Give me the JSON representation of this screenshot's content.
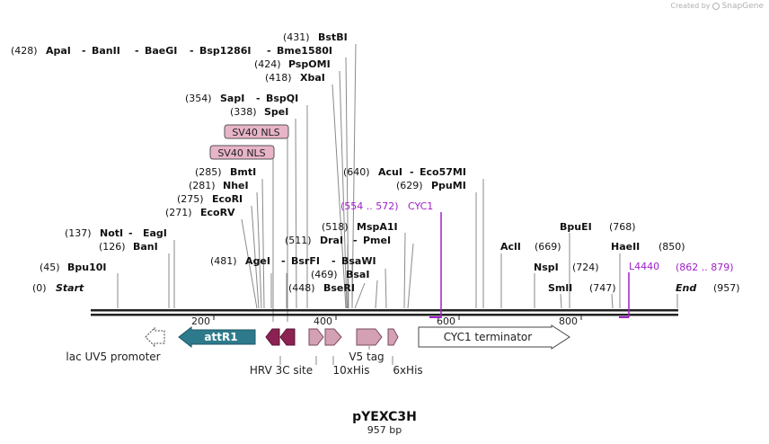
{
  "credit": {
    "prefix": "Created by",
    "brand": "SnapGene"
  },
  "plasmid": {
    "name": "pYEXC3H",
    "length_label": "957 bp",
    "length_bp": 957
  },
  "ruler": {
    "ticks": [
      200,
      400,
      600,
      800
    ]
  },
  "enzymes": [
    {
      "pos": "(0)",
      "names": [
        "Start"
      ],
      "italic": true,
      "bp": 0
    },
    {
      "pos": "(45)",
      "names": [
        "Bpu10I"
      ],
      "bp": 45
    },
    {
      "pos": "(126)",
      "names": [
        "BanI"
      ],
      "bp": 126
    },
    {
      "pos": "(137)",
      "names": [
        "NotI",
        "EagI"
      ],
      "bp": 137
    },
    {
      "pos": "(271)",
      "names": [
        "EcoRV"
      ],
      "bp": 271
    },
    {
      "pos": "(275)",
      "names": [
        "EcoRI"
      ],
      "bp": 275
    },
    {
      "pos": "(281)",
      "names": [
        "NheI"
      ],
      "bp": 281
    },
    {
      "pos": "(285)",
      "names": [
        "BmtI"
      ],
      "bp": 285
    },
    {
      "pos": "(338)",
      "names": [
        "SpeI"
      ],
      "bp": 338
    },
    {
      "pos": "(354)",
      "names": [
        "SapI",
        "BspQI"
      ],
      "bp": 354
    },
    {
      "pos": "(418)",
      "names": [
        "XbaI"
      ],
      "bp": 418
    },
    {
      "pos": "(424)",
      "names": [
        "PspOMI"
      ],
      "bp": 424
    },
    {
      "pos": "(428)",
      "names": [
        "ApaI",
        "BanII",
        "BaeGI",
        "Bsp1286I",
        "Bme1580I"
      ],
      "bp": 428
    },
    {
      "pos": "(431)",
      "names": [
        "BstBI"
      ],
      "bp": 431
    },
    {
      "pos": "(481)",
      "names": [
        "AgeI",
        "BsrFI",
        "BsaWI"
      ],
      "bp": 481
    },
    {
      "pos": "(511)",
      "names": [
        "DraI",
        "PmeI"
      ],
      "bp": 511
    },
    {
      "pos": "(518)",
      "names": [
        "MspA1I"
      ],
      "bp": 518
    },
    {
      "pos": "(469)",
      "names": [
        "BsaI"
      ],
      "bp": 469
    },
    {
      "pos": "(448)",
      "names": [
        "BseRI"
      ],
      "bp": 448
    },
    {
      "pos": "(640)",
      "names": [
        "AcuI",
        "Eco57MI"
      ],
      "bp": 640
    },
    {
      "pos": "(629)",
      "names": [
        "PpuMI"
      ],
      "bp": 629
    },
    {
      "pos": "(669)",
      "names": [
        "AclI"
      ],
      "bp": 669
    },
    {
      "pos": "(724)",
      "names": [
        "NspI"
      ],
      "bp": 724
    },
    {
      "pos": "(747)",
      "names": [
        "SmlI"
      ],
      "bp": 747
    },
    {
      "pos": "(768)",
      "names": [
        "BpuEI"
      ],
      "bp": 768
    },
    {
      "pos": "(850)",
      "names": [
        "HaeII"
      ],
      "bp": 850
    },
    {
      "pos": "(957)",
      "names": [
        "End"
      ],
      "italic": true,
      "bp": 957
    }
  ],
  "nls_labels": [
    "SV40 NLS",
    "SV40 NLS"
  ],
  "primers": [
    {
      "name": "CYC1",
      "range": "(554 .. 572)",
      "color": "#a020c8"
    },
    {
      "name": "L4440",
      "range": "(862 .. 879)",
      "color": "#a020c8"
    }
  ],
  "features": {
    "lac_promoter": "lac UV5 promoter",
    "attr1": "attR1",
    "hrv": "HRV 3C site",
    "his10": "10xHis",
    "v5": "V5 tag",
    "his6": "6xHis",
    "cyc1_term": "CYC1 terminator"
  },
  "colors": {
    "attr": "#2d7a8c",
    "hrv": "#8b2252",
    "tag": "#d4a0b4",
    "nls": "#e8b4c8",
    "primer": "#a020c8"
  }
}
